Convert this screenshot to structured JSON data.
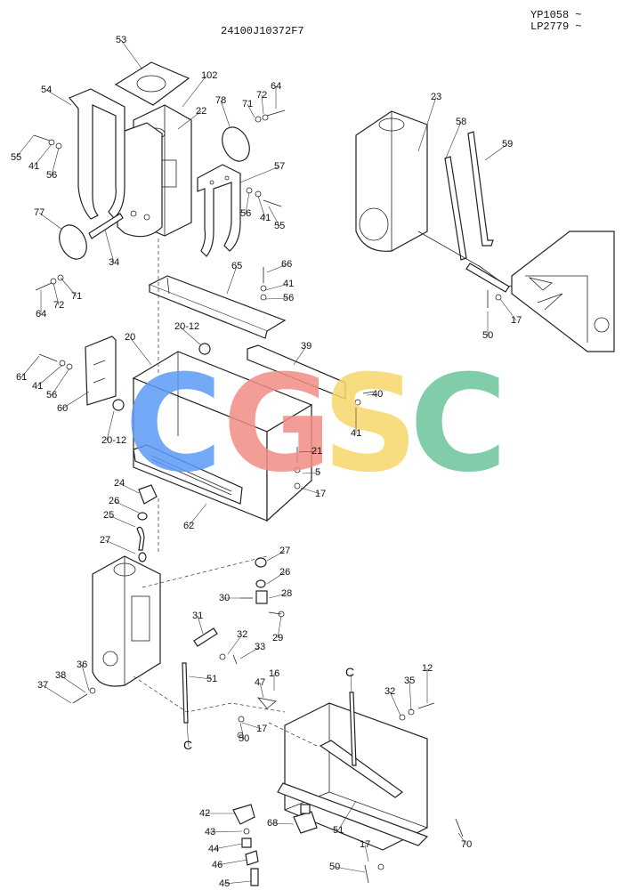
{
  "header": {
    "drawing_no": "24100J10372F7",
    "model_line_1": "YP1058 ~",
    "model_line_2": "LP2779 ~"
  },
  "watermark": {
    "letters": [
      {
        "char": "C",
        "color": "#5b9bf5"
      },
      {
        "char": "G",
        "color": "#f08c84"
      },
      {
        "char": "S",
        "color": "#f7d86a"
      },
      {
        "char": "C",
        "color": "#6cc49b"
      }
    ]
  },
  "callouts": [
    {
      "text": "53"
    },
    {
      "text": "102"
    },
    {
      "text": "22"
    },
    {
      "text": "54"
    },
    {
      "text": "78"
    },
    {
      "text": "71"
    },
    {
      "text": "72"
    },
    {
      "text": "64"
    },
    {
      "text": "55"
    },
    {
      "text": "41"
    },
    {
      "text": "56"
    },
    {
      "text": "57"
    },
    {
      "text": "56"
    },
    {
      "text": "41"
    },
    {
      "text": "55"
    },
    {
      "text": "77"
    },
    {
      "text": "34"
    },
    {
      "text": "64"
    },
    {
      "text": "72"
    },
    {
      "text": "71"
    },
    {
      "text": "65"
    },
    {
      "text": "66"
    },
    {
      "text": "41"
    },
    {
      "text": "56"
    },
    {
      "text": "20-12"
    },
    {
      "text": "20"
    },
    {
      "text": "39"
    },
    {
      "text": "61"
    },
    {
      "text": "41"
    },
    {
      "text": "56"
    },
    {
      "text": "60"
    },
    {
      "text": "40"
    },
    {
      "text": "41"
    },
    {
      "text": "20-12"
    },
    {
      "text": "21"
    },
    {
      "text": "5"
    },
    {
      "text": "17"
    },
    {
      "text": "24"
    },
    {
      "text": "26"
    },
    {
      "text": "25"
    },
    {
      "text": "62"
    },
    {
      "text": "23"
    },
    {
      "text": "58"
    },
    {
      "text": "59"
    },
    {
      "text": "17"
    },
    {
      "text": "50"
    },
    {
      "text": "27"
    },
    {
      "text": "27"
    },
    {
      "text": "26"
    },
    {
      "text": "30"
    },
    {
      "text": "28"
    },
    {
      "text": "31"
    },
    {
      "text": "29"
    },
    {
      "text": "32"
    },
    {
      "text": "33"
    },
    {
      "text": "36"
    },
    {
      "text": "38"
    },
    {
      "text": "37"
    },
    {
      "text": "51"
    },
    {
      "text": "C"
    },
    {
      "text": "16"
    },
    {
      "text": "47"
    },
    {
      "text": "50"
    },
    {
      "text": "17"
    },
    {
      "text": "C"
    },
    {
      "text": "32"
    },
    {
      "text": "35"
    },
    {
      "text": "12"
    },
    {
      "text": "42"
    },
    {
      "text": "43"
    },
    {
      "text": "44"
    },
    {
      "text": "46"
    },
    {
      "text": "45"
    },
    {
      "text": "68"
    },
    {
      "text": "51"
    },
    {
      "text": "70"
    },
    {
      "text": "17"
    },
    {
      "text": "50"
    }
  ]
}
